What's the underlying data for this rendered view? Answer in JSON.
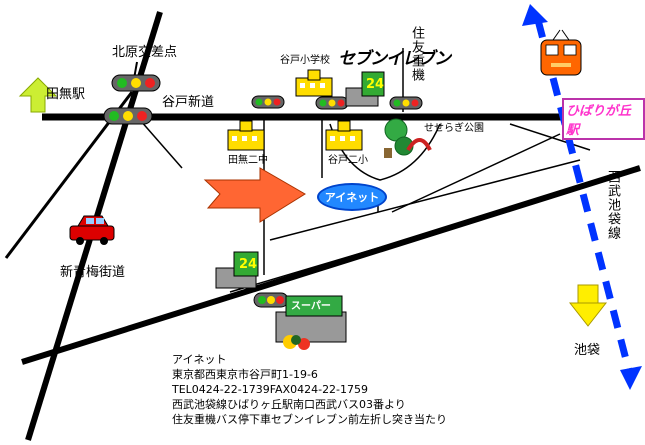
{
  "labels": {
    "kitahara_intersection": "北原交差点",
    "tanashi_station": "田無駅",
    "yato_shindo": "谷戸新道",
    "yato_elementary": "谷戸小学校",
    "seven_eleven": "セブンイレブン",
    "sumitomo_heavy": "住友重機",
    "hibarigaoka_station": "ひばりが丘駅",
    "seseragi_park": "せせらぎ公園",
    "tanashi_2nd_junior": "田無二中",
    "yato_2nd_elementary": "谷戸二小",
    "ainet_marker": "アイネット",
    "seibu_ikebukuro_line": "西武池袋線",
    "shin_ome_kaido": "新青梅街道",
    "supermarket": "スーパー",
    "ikebukuro": "池袋",
    "convenience_24": "24"
  },
  "address": {
    "name": "アイネット",
    "address_line": "東京都西東京市谷戸町1-19-6",
    "phone_fax": "TEL0424-22-1739FAX0424-22-1759",
    "directions_1": "西武池袋線ひばりヶ丘駅南口西武バス03番より",
    "directions_2": "住友重機バス停下車セブンイレブン前左折し突き当たり"
  },
  "colors": {
    "road": "#000000",
    "rail_arrow": "#0033ff",
    "direction_arrow": "#ff6633",
    "tanashi_arrow": "#aadd00",
    "ikebukuro_arrow": "#ffee00",
    "car": "#dd0000",
    "train": "#ff6600"
  }
}
